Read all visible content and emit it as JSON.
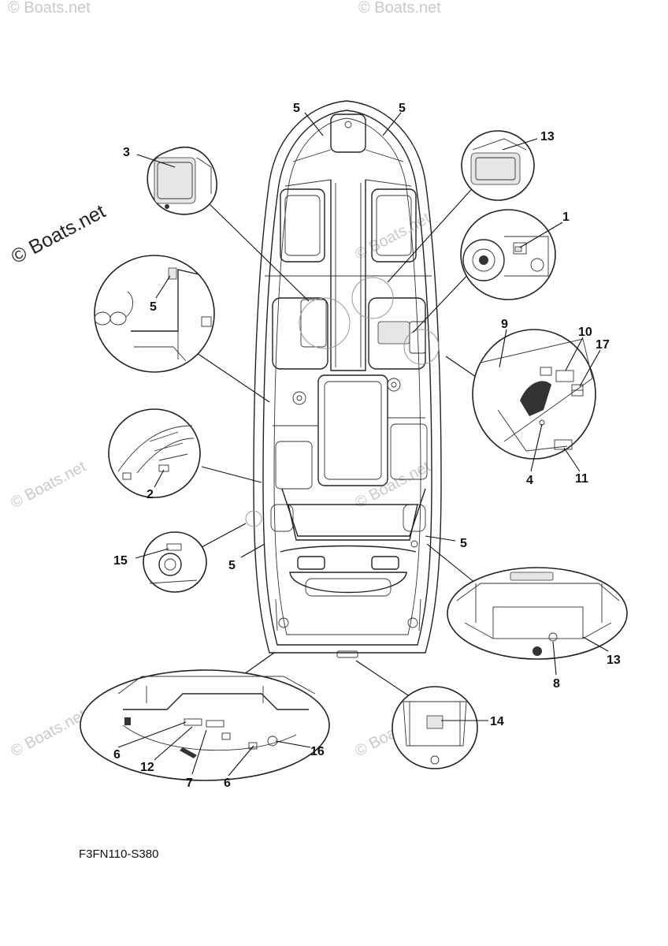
{
  "diagram": {
    "drawing_code": "F3FN110-S380",
    "watermark_text": "© Boats.net",
    "callouts": [
      "1",
      "2",
      "3",
      "4",
      "5",
      "6",
      "7",
      "8",
      "9",
      "10",
      "11",
      "12",
      "13",
      "14",
      "15",
      "16",
      "17"
    ]
  }
}
